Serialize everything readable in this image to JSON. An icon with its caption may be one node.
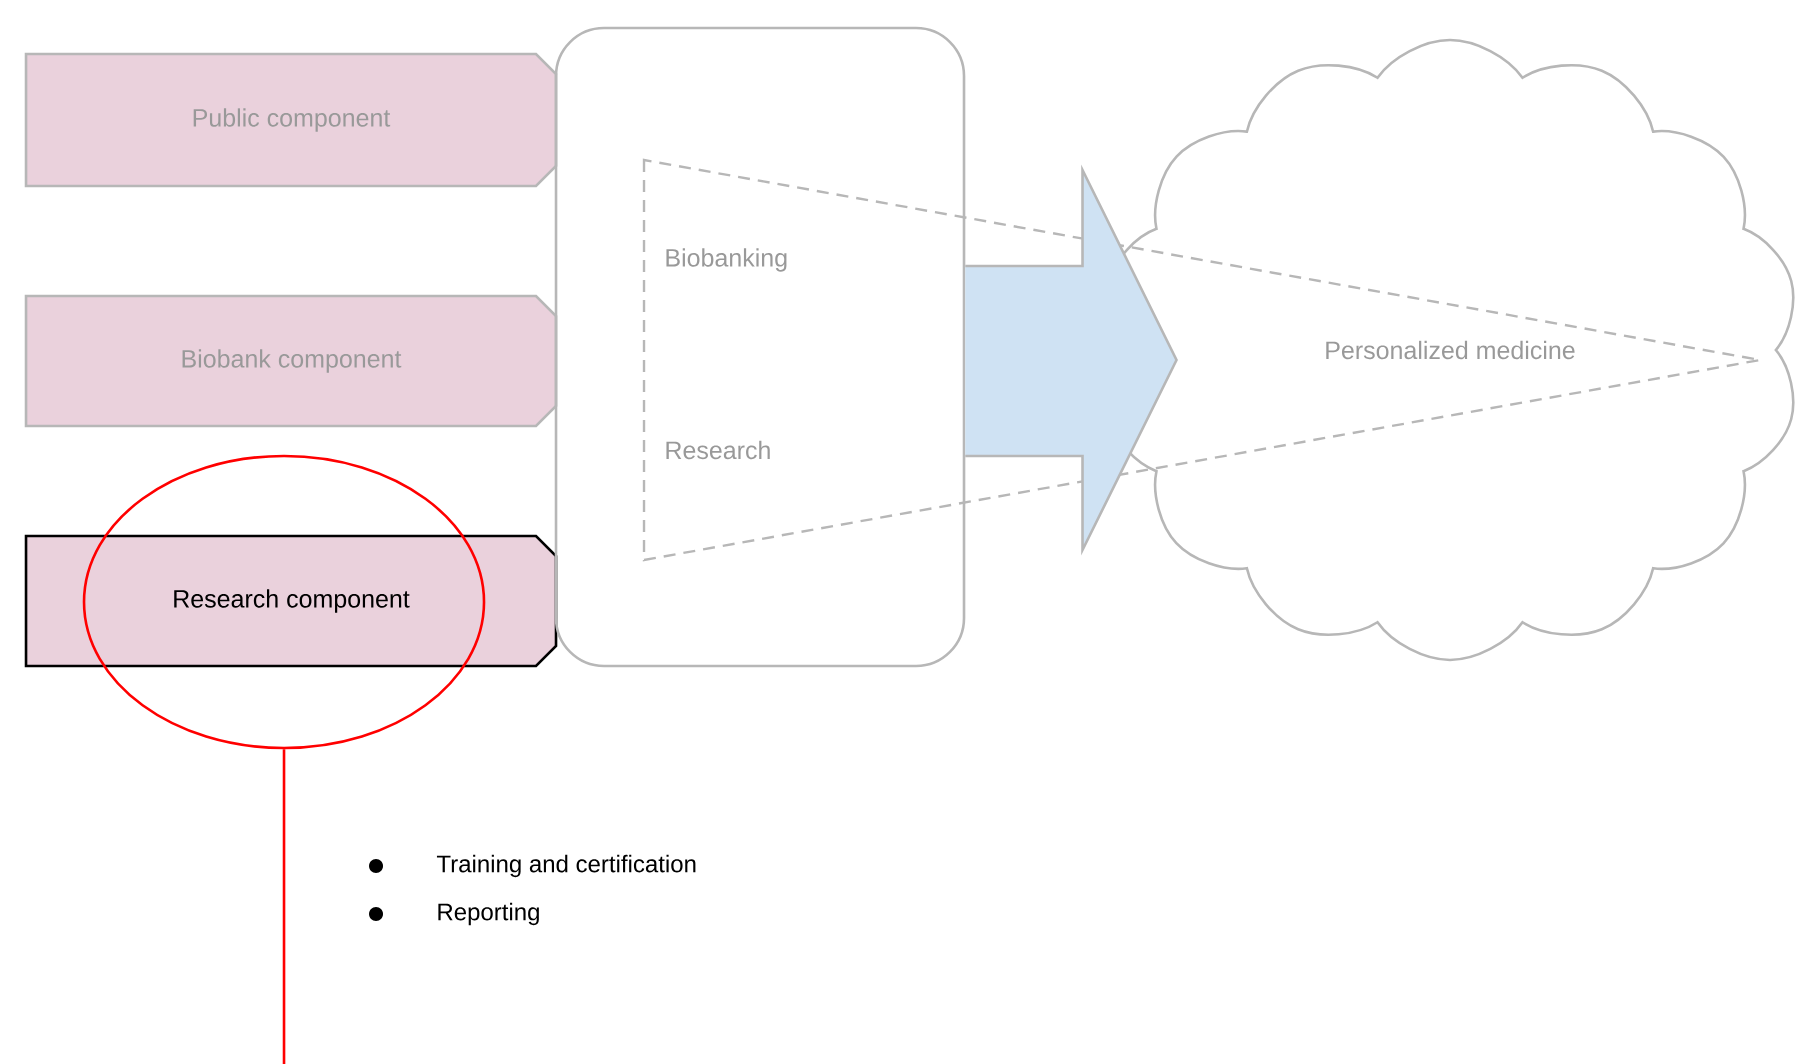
{
  "diagram": {
    "nodes": [
      {
        "text": [
          "Public component"
        ]
      },
      {
        "text": [
          "Biobank component"
        ]
      },
      {
        "text": [
          "Research component"
        ]
      },
      {
        "text": [],
        "shape": "box"
      },
      {
        "text": [
          "Personalized medicine"
        ]
      },
      {
        "text": [],
        "shape": "circle"
      }
    ],
    "edges": [
      {
        "from": 3,
        "to": 4,
        "arrow": "to",
        "style": "thick",
        "color": "#cfe2f3"
      },
      {
        "from": 5,
        "to": null,
        "arrow": "none",
        "color": "#ff0000"
      }
    ],
    "labels": [
      "Biobanking",
      "Research",
      "Training and certification",
      "Reporting"
    ]
  }
}
